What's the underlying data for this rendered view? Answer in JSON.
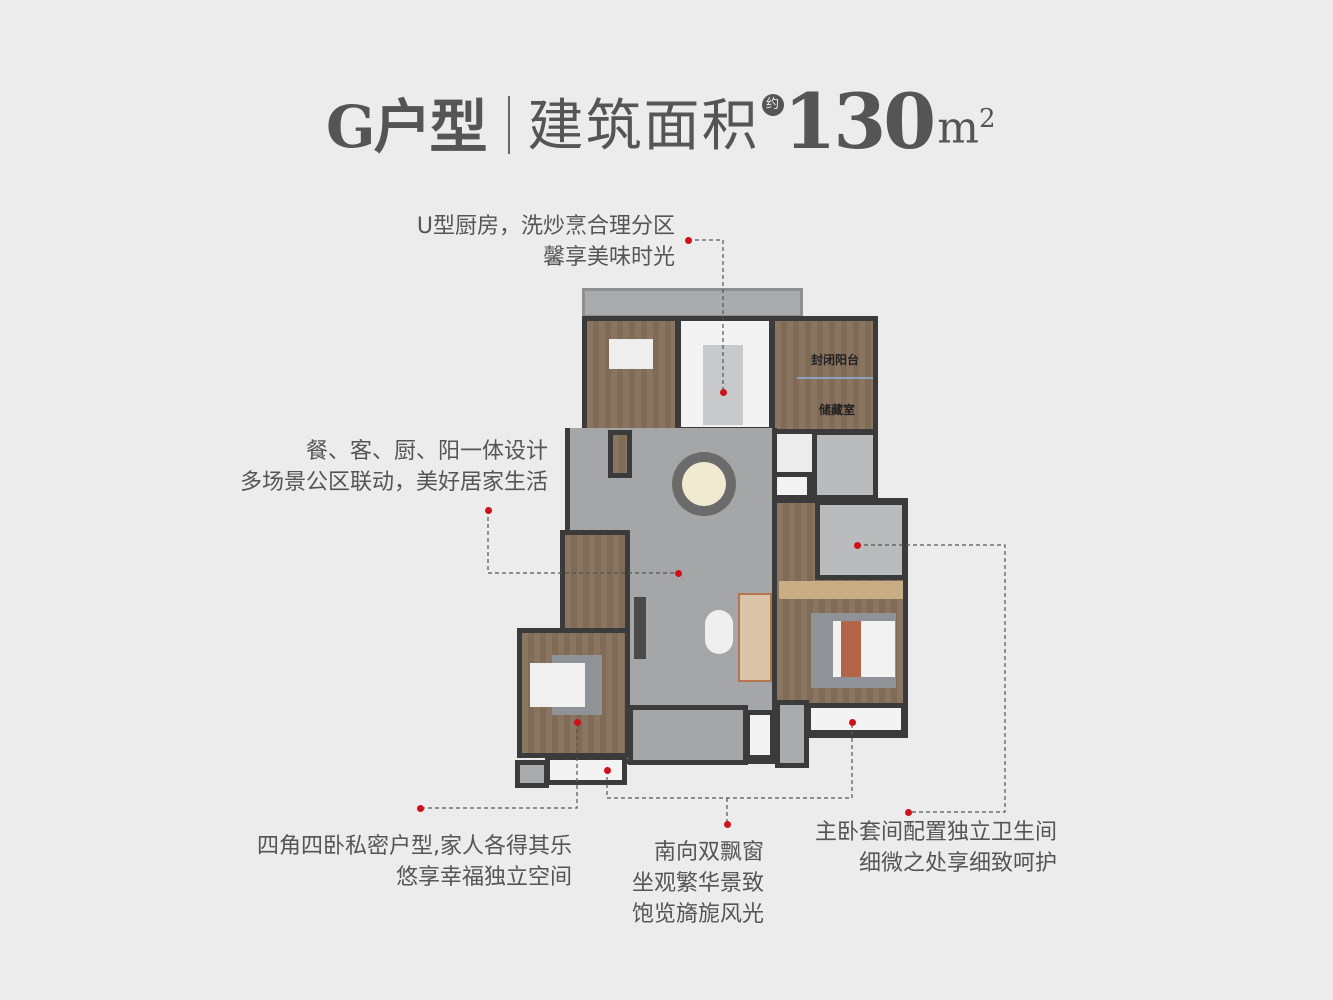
{
  "title": {
    "unit_type": "G户型",
    "area_label": "建筑面积",
    "approx_badge": "约",
    "area_value": "130",
    "area_unit": "m",
    "area_unit_sup": "2"
  },
  "rooms": {
    "enclosed_balcony": "封闭阳台",
    "storage_room": "储藏室"
  },
  "notes": {
    "kitchen": [
      "U型厨房，洗炒烹合理分区",
      "馨享美味时光"
    ],
    "living": [
      "餐、客、厨、阳一体设计",
      "多场景公区联动，美好居家生活"
    ],
    "bedrooms": [
      "四角四卧私密户型,家人各得其乐",
      "悠享幸福独立空间"
    ],
    "windows": [
      "南向双飘窗",
      "坐观繁华景致",
      "饱览旖旎风光"
    ],
    "master": [
      "主卧套间配置独立卫生间",
      "细微之处享细致呵护"
    ]
  },
  "colors": {
    "accent": "#d0101b",
    "text": "#555555",
    "background": "#ececec"
  }
}
